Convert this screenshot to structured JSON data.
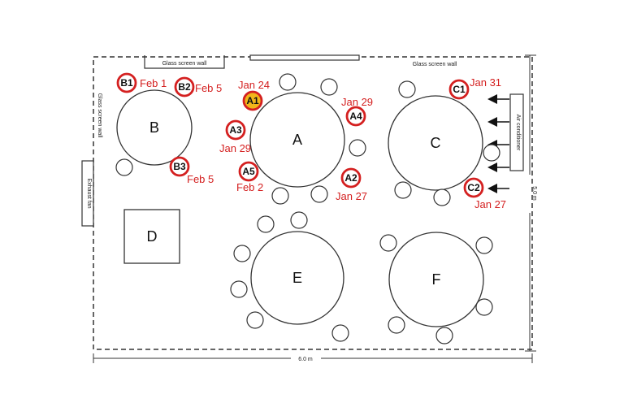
{
  "labels": {
    "glass_screen_wall_top_left": "Glass screen wall",
    "glass_screen_wall_top_right": "Glass screen wall",
    "glass_screen_wall_left": "Glass screen wall",
    "exhaust_fan": "Exhaust fan",
    "air_conditioner": "Air conditioner",
    "dim_width": "6.0 m",
    "dim_height": "5.0 m"
  },
  "tables": {
    "A": "A",
    "B": "B",
    "C": "C",
    "D": "D",
    "E": "E",
    "F": "F"
  },
  "cases": {
    "B1": {
      "code": "B1",
      "date": "Feb 1"
    },
    "B2": {
      "code": "B2",
      "date": "Feb 5"
    },
    "B3": {
      "code": "B3",
      "date": "Feb 5"
    },
    "A1": {
      "code": "A1",
      "date": "Jan 24"
    },
    "A2": {
      "code": "A2",
      "date": "Jan 27"
    },
    "A3": {
      "code": "A3",
      "date": "Jan 29"
    },
    "A4": {
      "code": "A4",
      "date": "Jan 29"
    },
    "A5": {
      "code": "A5",
      "date": "Feb 2"
    },
    "C1": {
      "code": "C1",
      "date": "Jan 31"
    },
    "C2": {
      "code": "C2",
      "date": "Jan 27"
    }
  },
  "colors": {
    "case_ring": "#d42020",
    "index_case_fill": "#f2b61a",
    "date_text": "#d42020",
    "outline": "#333333"
  }
}
